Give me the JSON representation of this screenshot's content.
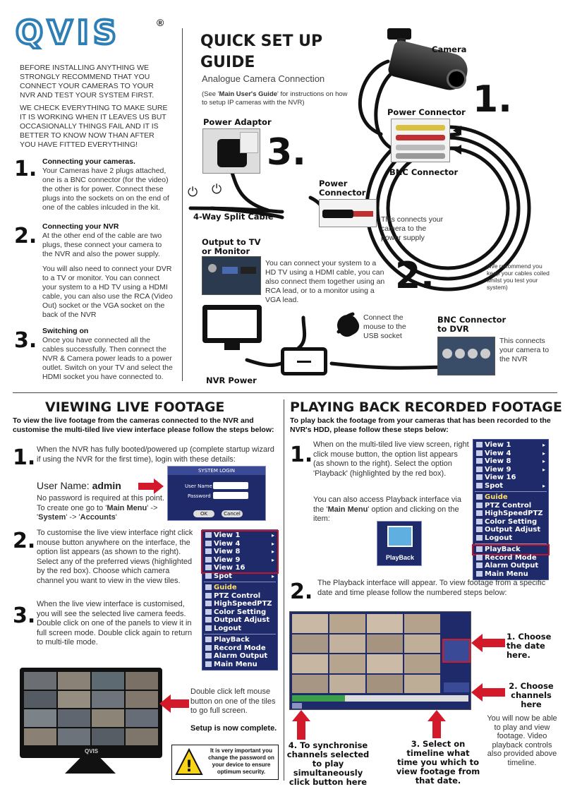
{
  "brand": {
    "logo": "QVIS",
    "reg": "®"
  },
  "intro": {
    "para1": "BEFORE INSTALLING ANYTHING WE STRONGLY RECOMMEND THAT YOU CONNECT YOUR CAMERAS TO YOUR NVR AND TEST YOUR SYSTEM FIRST.",
    "para2": "WE CHECK EVERYTHING TO MAKE SURE IT IS WORKING WHEN IT LEAVES US BUT OCCASIONALLY THINGS FAIL AND IT IS BETTER TO KNOW NOW THAN AFTER YOU HAVE FITTED EVERYTHING!"
  },
  "left_steps": [
    {
      "num": "1.",
      "title": "Connecting your cameras.",
      "body": "Your Cameras have 2 plugs attached, one is a BNC connector (for the video) the other is for power. Connect these plugs into the sockets on on the end of one of the cables inlcuded in the kit."
    },
    {
      "num": "2.",
      "title": "Connecting your NVR",
      "body": "At the other end of the cable are two plugs, these connect your camera to the NVR and also the power supply.",
      "body2": "You will also need to connect your DVR to a TV or monitor. You can connect your system to a HD TV using a HDMI cable,  you can also use the RCA (Video Out) socket or the VGA socket on the back of the NVR"
    },
    {
      "num": "3.",
      "title": "Switching on",
      "body": "Once you have connected all the cables successfully. Then connect the NVR & Camera power leads to a power outlet. Switch on your TV and select the HDMI socket you have connected to."
    }
  ],
  "guide": {
    "title1": "QUICK SET UP",
    "title2": "GUIDE",
    "subtitle": "Analogue Camera Connection",
    "note_pre": "(See '",
    "note_bold": "Main User's Guide",
    "note_post": "' for instructions on how to setup IP cameras with the NVR)"
  },
  "diagram": {
    "camera": "Camera",
    "power_connector": "Power Connector",
    "bnc_connector": "BNC Connector",
    "power_adaptor": "Power Adaptor",
    "power_connector2": "Power Connector",
    "split_cable": "4-Way Split Cable",
    "connects_power": "This connects your camera to the power supply",
    "output_tv": "Output to TV or Monitor",
    "hdmi_text": "You can connect your system to a HD TV using a HDMI cable,  you can also connect them together using an RCA lead, or to a monitor using a VGA lead.",
    "coiled_note": "(We recommend you keep your cables coiled whilst you test your system)",
    "mouse_text": "Connect the mouse to the USB socket",
    "bnc_dvr": "BNC Connector to DVR",
    "connects_nvr": "This connects your camera to the NVR",
    "nvr_power": "NVR  Power",
    "num1": "1.",
    "num2": "2.",
    "num3": "3."
  },
  "viewing": {
    "title": "VIEWING LIVE FOOTAGE",
    "intro": "To view the live footage from the cameras connected to the NVR and customise the multi-tiled live view interface please follow the steps below:",
    "s1": "When the NVR has fully booted/powered up (complete startup wizard if using the NVR for the first time), login with these details:",
    "username_label": "User Name: ",
    "username": "admin",
    "nopass_pre": "No password is required at this point. To create one go to '",
    "nopass_b1": "Main Menu",
    "nopass_mid1": "' -> '",
    "nopass_b2": "System",
    "nopass_mid2": "' -> '",
    "nopass_b3": "Accounts",
    "nopass_post": "'",
    "s2": "To customise the live view interface right click mouse button anywhere on the interface, the option list appears (as shown to the right). Select any of the preferred views (highlighted by the red box). Choose which camera channel you want to view in the view tiles.",
    "s3": "When the live view interface is customised, you will see the selected live camera feeds. Double click on one of the panels to view it in full screen mode. Double click again to return to multi-tile mode.",
    "dbl_click": "Double click left mouse button on one of the tiles to go full screen.",
    "complete": "Setup is now complete.",
    "warning": "It is very important you change the password on your device to ensure optimum security.",
    "monitor_brand": "QVIS"
  },
  "login": {
    "title": "SYSTEM LOGIN",
    "user": "User Name",
    "pass": "Password",
    "ok": "OK",
    "cancel": "Cancel"
  },
  "menu": {
    "items": [
      "View 1",
      "View 4",
      "View 8",
      "View 9",
      "View 16",
      "Spot",
      "Guide",
      "PTZ Control",
      "HighSpeedPTZ",
      "Color Setting",
      "Output Adjust",
      "Logout",
      "PlayBack",
      "Record Mode",
      "Alarm Output",
      "Main Menu"
    ]
  },
  "playback": {
    "title": "PLAYING BACK RECORDED FOOTAGE",
    "intro": "To play back the footage from your cameras that has been recorded to the NVR's HDD, please follow these steps below:",
    "s1": "When on the multi-tiled live view screen, right click mouse button, the option list appears (as shown to the right). Select the option 'Playback' (highlighted by the red box).",
    "s1b_pre": "You can also access Playback interface via the '",
    "s1b_bold": "Main Menu",
    "s1b_post": "' option and clicking on the item:",
    "icon_label": "PlayBack",
    "s2": "The Playback interface will appear. To view footage from a specific date and time please follow the numbered steps below:",
    "c1": "1. Choose the date here.",
    "c2": "2. Choose channels here",
    "c3": "3. Select on timeline what time you which to view footage from that date.",
    "c4": "4. To synchronise channels selected to play simultaneously click button here",
    "c5": "You will now be able to play and view footage. Video playback controls also provided above timeline."
  }
}
